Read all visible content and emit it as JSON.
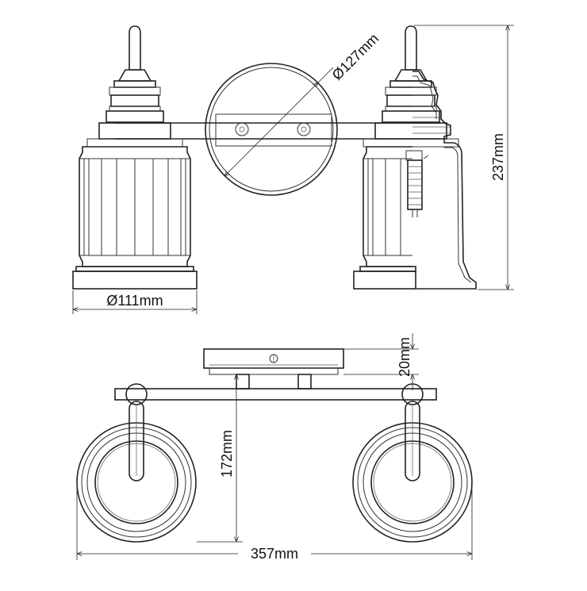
{
  "dimensions": {
    "plate_diameter": "Ø127mm",
    "shade_diameter": "Ø111mm",
    "height": "237mm",
    "projection": "172mm",
    "plate_depth": "20mm",
    "width": "357mm"
  }
}
